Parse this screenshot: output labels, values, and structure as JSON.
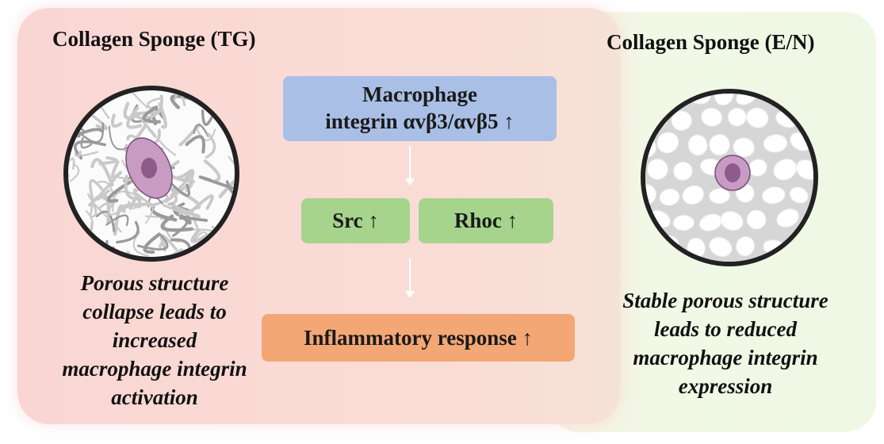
{
  "panels": {
    "tg": {
      "title": "Collagen Sponge (TG)",
      "caption_lines": [
        "Porous structure",
        "collapse leads to",
        "increased",
        "macrophage integrin",
        "activation"
      ]
    },
    "en": {
      "title": "Collagen Sponge (E/N)",
      "caption_lines": [
        "Stable porous structure",
        "leads to reduced",
        "macrophage integrin",
        "expression"
      ]
    }
  },
  "flow": {
    "integrin_line1": "Macrophage",
    "integrin_line2": "integrin αvβ3/αvβ5 ↑",
    "src": "Src ↑",
    "rhoc": "Rhoc ↑",
    "inflammatory": "Inflammatory response ↑"
  },
  "colors": {
    "tg_panel": "#f9d6d3",
    "en_panel": "#eef8e4",
    "integrin_box": "#a9bfe6",
    "signal_box": "#a6d48c",
    "response_box": "#f3a775",
    "cell_body": "#c79bc4",
    "cell_nucleus": "#8e5a8a"
  }
}
